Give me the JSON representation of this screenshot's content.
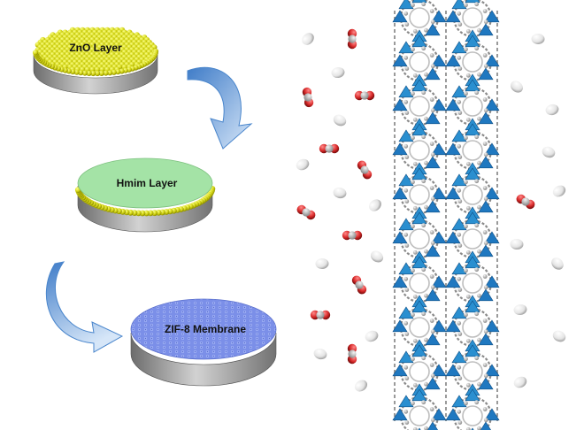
{
  "stages": [
    {
      "label": "ZnO Layer",
      "top_color": "#d9dc1e",
      "texture": "spheres"
    },
    {
      "label": "Hmim Layer",
      "top_color": "#9fe0a0",
      "texture": "flat"
    },
    {
      "label": "ZIF-8 Membrane",
      "top_color": "#7b8fe8",
      "texture": "lattice"
    }
  ],
  "colors": {
    "substrate": "#9a9a9a",
    "arrow": "#5a8fd0",
    "framework_node": "#2a8fd0",
    "gas_red": "#d83030",
    "gas_white": "#f0f0f0"
  },
  "icons": {
    "arrow_1": "curved-arrow-down-icon",
    "arrow_2": "curved-arrow-right-icon"
  }
}
